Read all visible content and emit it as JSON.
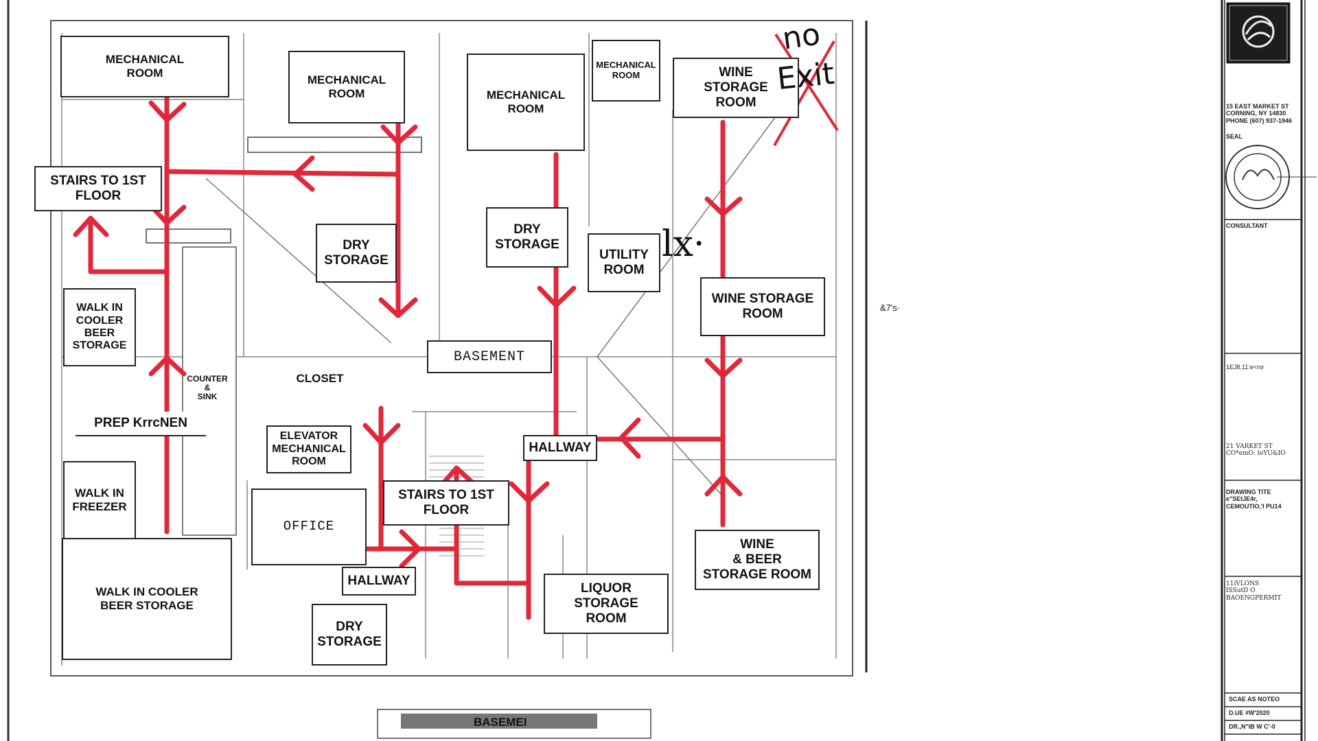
{
  "rooms": {
    "mech1": "MECHANICAL\nROOM",
    "mech2": "MECHANICAL\nROOM",
    "mech3": "MECHANICAL\nROOM",
    "mech4": "MECHANICAL\nROOM",
    "wine1": "WINE\nSTORAGE\nROOM",
    "stairs1": "STAIRS TO 1ST\nFLOOR",
    "dry1": "DRY\nSTORAGE",
    "dry2": "DRY\nSTORAGE",
    "utility": "UTILITY\nROOM",
    "wine2": "WINE STORAGE\nROOM",
    "walkin_cooler": "WALK IN\nCOOLER\nBEER\nSTORAGE",
    "counter": "COUNTER\n&\nSINK",
    "closet": "CLOSET",
    "basement": "BASEMENT",
    "prep": "PREP KrrcNEN",
    "elevator": "ELEVATOR\nMECHANICAL\nROOM",
    "hallway1": "HALLWAY",
    "walkin_freezer": "WALK IN\nFREEZER",
    "stairs2": "STAIRS TO 1ST\nFLOOR",
    "office": "OFFICE",
    "wine_beer": "WINE\n& BEER\nSTORAGE ROOM",
    "walkin_cooler2": "WALK IN COOLER\nBEER STORAGE",
    "hallway2": "HALLWAY",
    "liquor": "LIQUOR\nSTORAGE\nROOM",
    "dry3": "DRY\nSTORAGE"
  },
  "annotations": {
    "no_exit_1": "no",
    "no_exit_2": "Exit",
    "lx": "lx·",
    "side_note": "&7's·",
    "bottom_label": "BASEMEI"
  },
  "title_block": {
    "address": "15 EAST MARKET ST\nCORNING, NY 14830\nPHONE (607) 937-1946",
    "seal_label": "SEAL",
    "consultant_label": "CONSULTANT",
    "project_code": "1EJ8,11:e<rsr",
    "project_address": "21 VARKET ST\nCO*emO: loYU&IO",
    "drawing_title": "DRAWING TITE\ne\"SEtJE4r,\nCEMOUTIO,'I PU14",
    "revisions": "11iVLONS\nISSutD O\nBAOENGPERMIT",
    "scale": "SCAE  AS NOTEO",
    "date": "D.UE  #W'2020",
    "drawing_no": "DR.,N\"IB W  C'-0"
  },
  "colors": {
    "route": "#e0283a",
    "line": "#222222"
  }
}
